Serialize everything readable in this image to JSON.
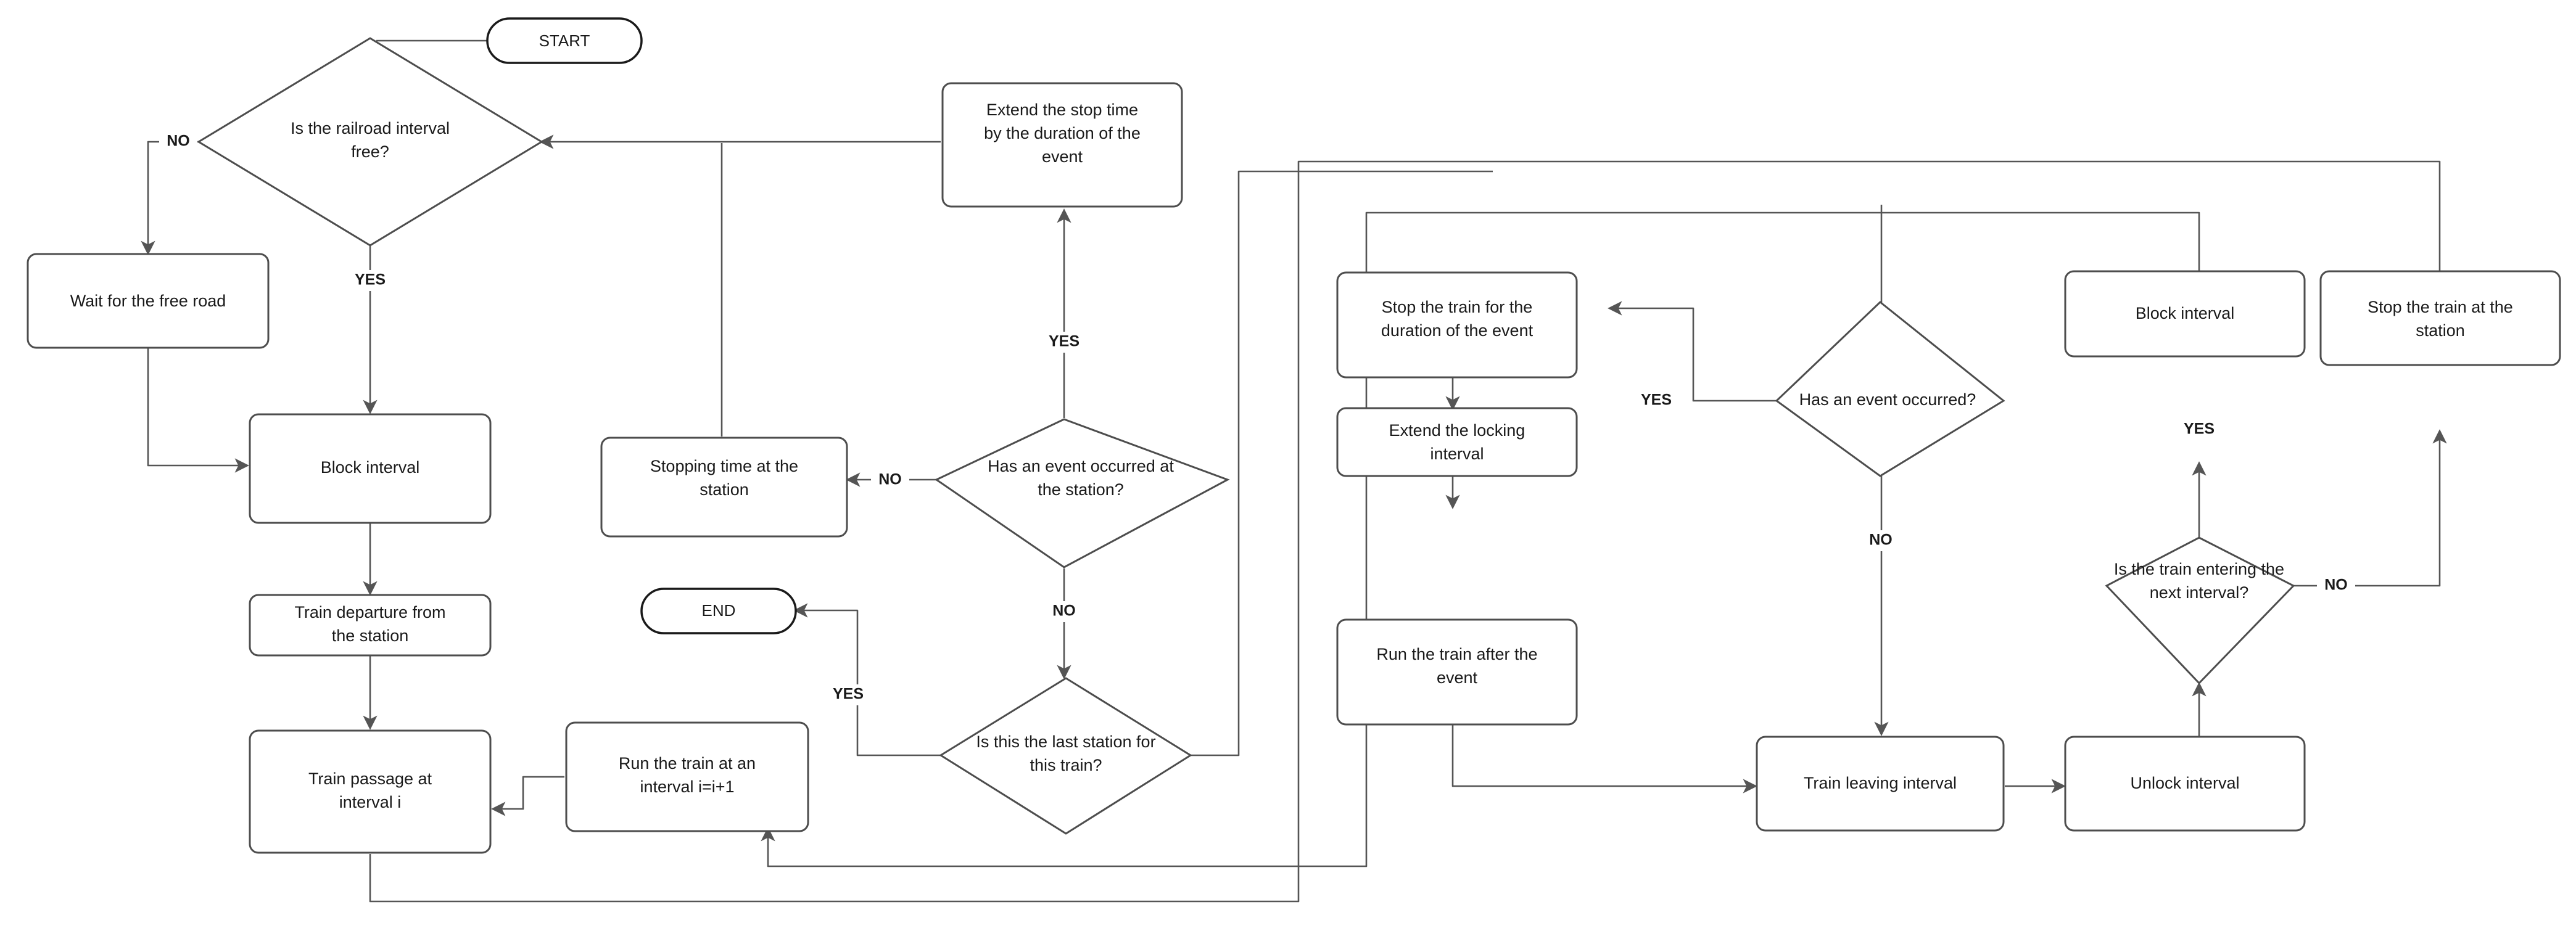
{
  "diagram": {
    "title": "Railway train movement control flowchart",
    "background_color": "#ffffff",
    "shape_stroke_color": "#4d4d4d",
    "edge_color": "#555555",
    "text_color": "#1a1a1a"
  },
  "nodes": {
    "start": {
      "label": "START",
      "type": "terminator"
    },
    "end": {
      "label": "END",
      "type": "terminator"
    },
    "q_interval_free": {
      "label_line1": "Is the railroad interval",
      "label_line2": "free?",
      "type": "decision"
    },
    "wait_free_road": {
      "label_line1": "Wait for the free road",
      "type": "process"
    },
    "block_interval_left": {
      "label_line1": "Block interval",
      "type": "process"
    },
    "train_departure": {
      "label_line1": "Train departure from",
      "label_line2": "the station",
      "type": "process"
    },
    "train_passage": {
      "label_line1": "Train passage at",
      "label_line2": "interval i",
      "type": "process"
    },
    "run_train_next_interval": {
      "label_line1": "Run the train at an",
      "label_line2": "interval i=i+1",
      "type": "process"
    },
    "stopping_time": {
      "label_line1": "Stopping time at the",
      "label_line2": "station",
      "type": "process"
    },
    "extend_stop_time": {
      "label_line1": "Extend the stop time",
      "label_line2": "by the duration of the",
      "label_line3": "event",
      "type": "process"
    },
    "q_event_at_station": {
      "label_line1": "Has an event occurred at",
      "label_line2": "the station?",
      "type": "decision"
    },
    "q_last_station": {
      "label_line1": "Is this the last station for",
      "label_line2": "this train?",
      "type": "decision"
    },
    "stop_train_duration": {
      "label_line1": "Stop the train for the",
      "label_line2": "duration of the event",
      "type": "process"
    },
    "extend_locking": {
      "label_line1": "Extend the locking",
      "label_line2": "interval",
      "type": "process"
    },
    "run_train_after_event": {
      "label_line1": "Run the train after the",
      "label_line2": "event",
      "type": "process"
    },
    "q_event_occurred": {
      "label_line1": "Has an event occurred?",
      "type": "decision"
    },
    "train_leaving_interval": {
      "label_line1": "Train leaving interval",
      "type": "process"
    },
    "unlock_interval": {
      "label_line1": "Unlock interval",
      "type": "process"
    },
    "block_interval_right": {
      "label_line1": "Block interval",
      "type": "process"
    },
    "q_entering_next": {
      "label_line1": "Is the train entering the",
      "label_line2": "next interval?",
      "type": "decision"
    },
    "stop_train_station": {
      "label_line1": "Stop the train at the",
      "label_line2": "station",
      "type": "process"
    }
  },
  "edge_labels": {
    "interval_free_no": "NO",
    "interval_free_yes": "YES",
    "event_station_yes": "YES",
    "event_station_no_left": "NO",
    "event_station_no_down": "NO",
    "last_station_yes": "YES",
    "event_occurred_yes": "YES",
    "event_occurred_no": "NO",
    "entering_next_yes": "YES",
    "entering_next_no": "NO"
  }
}
